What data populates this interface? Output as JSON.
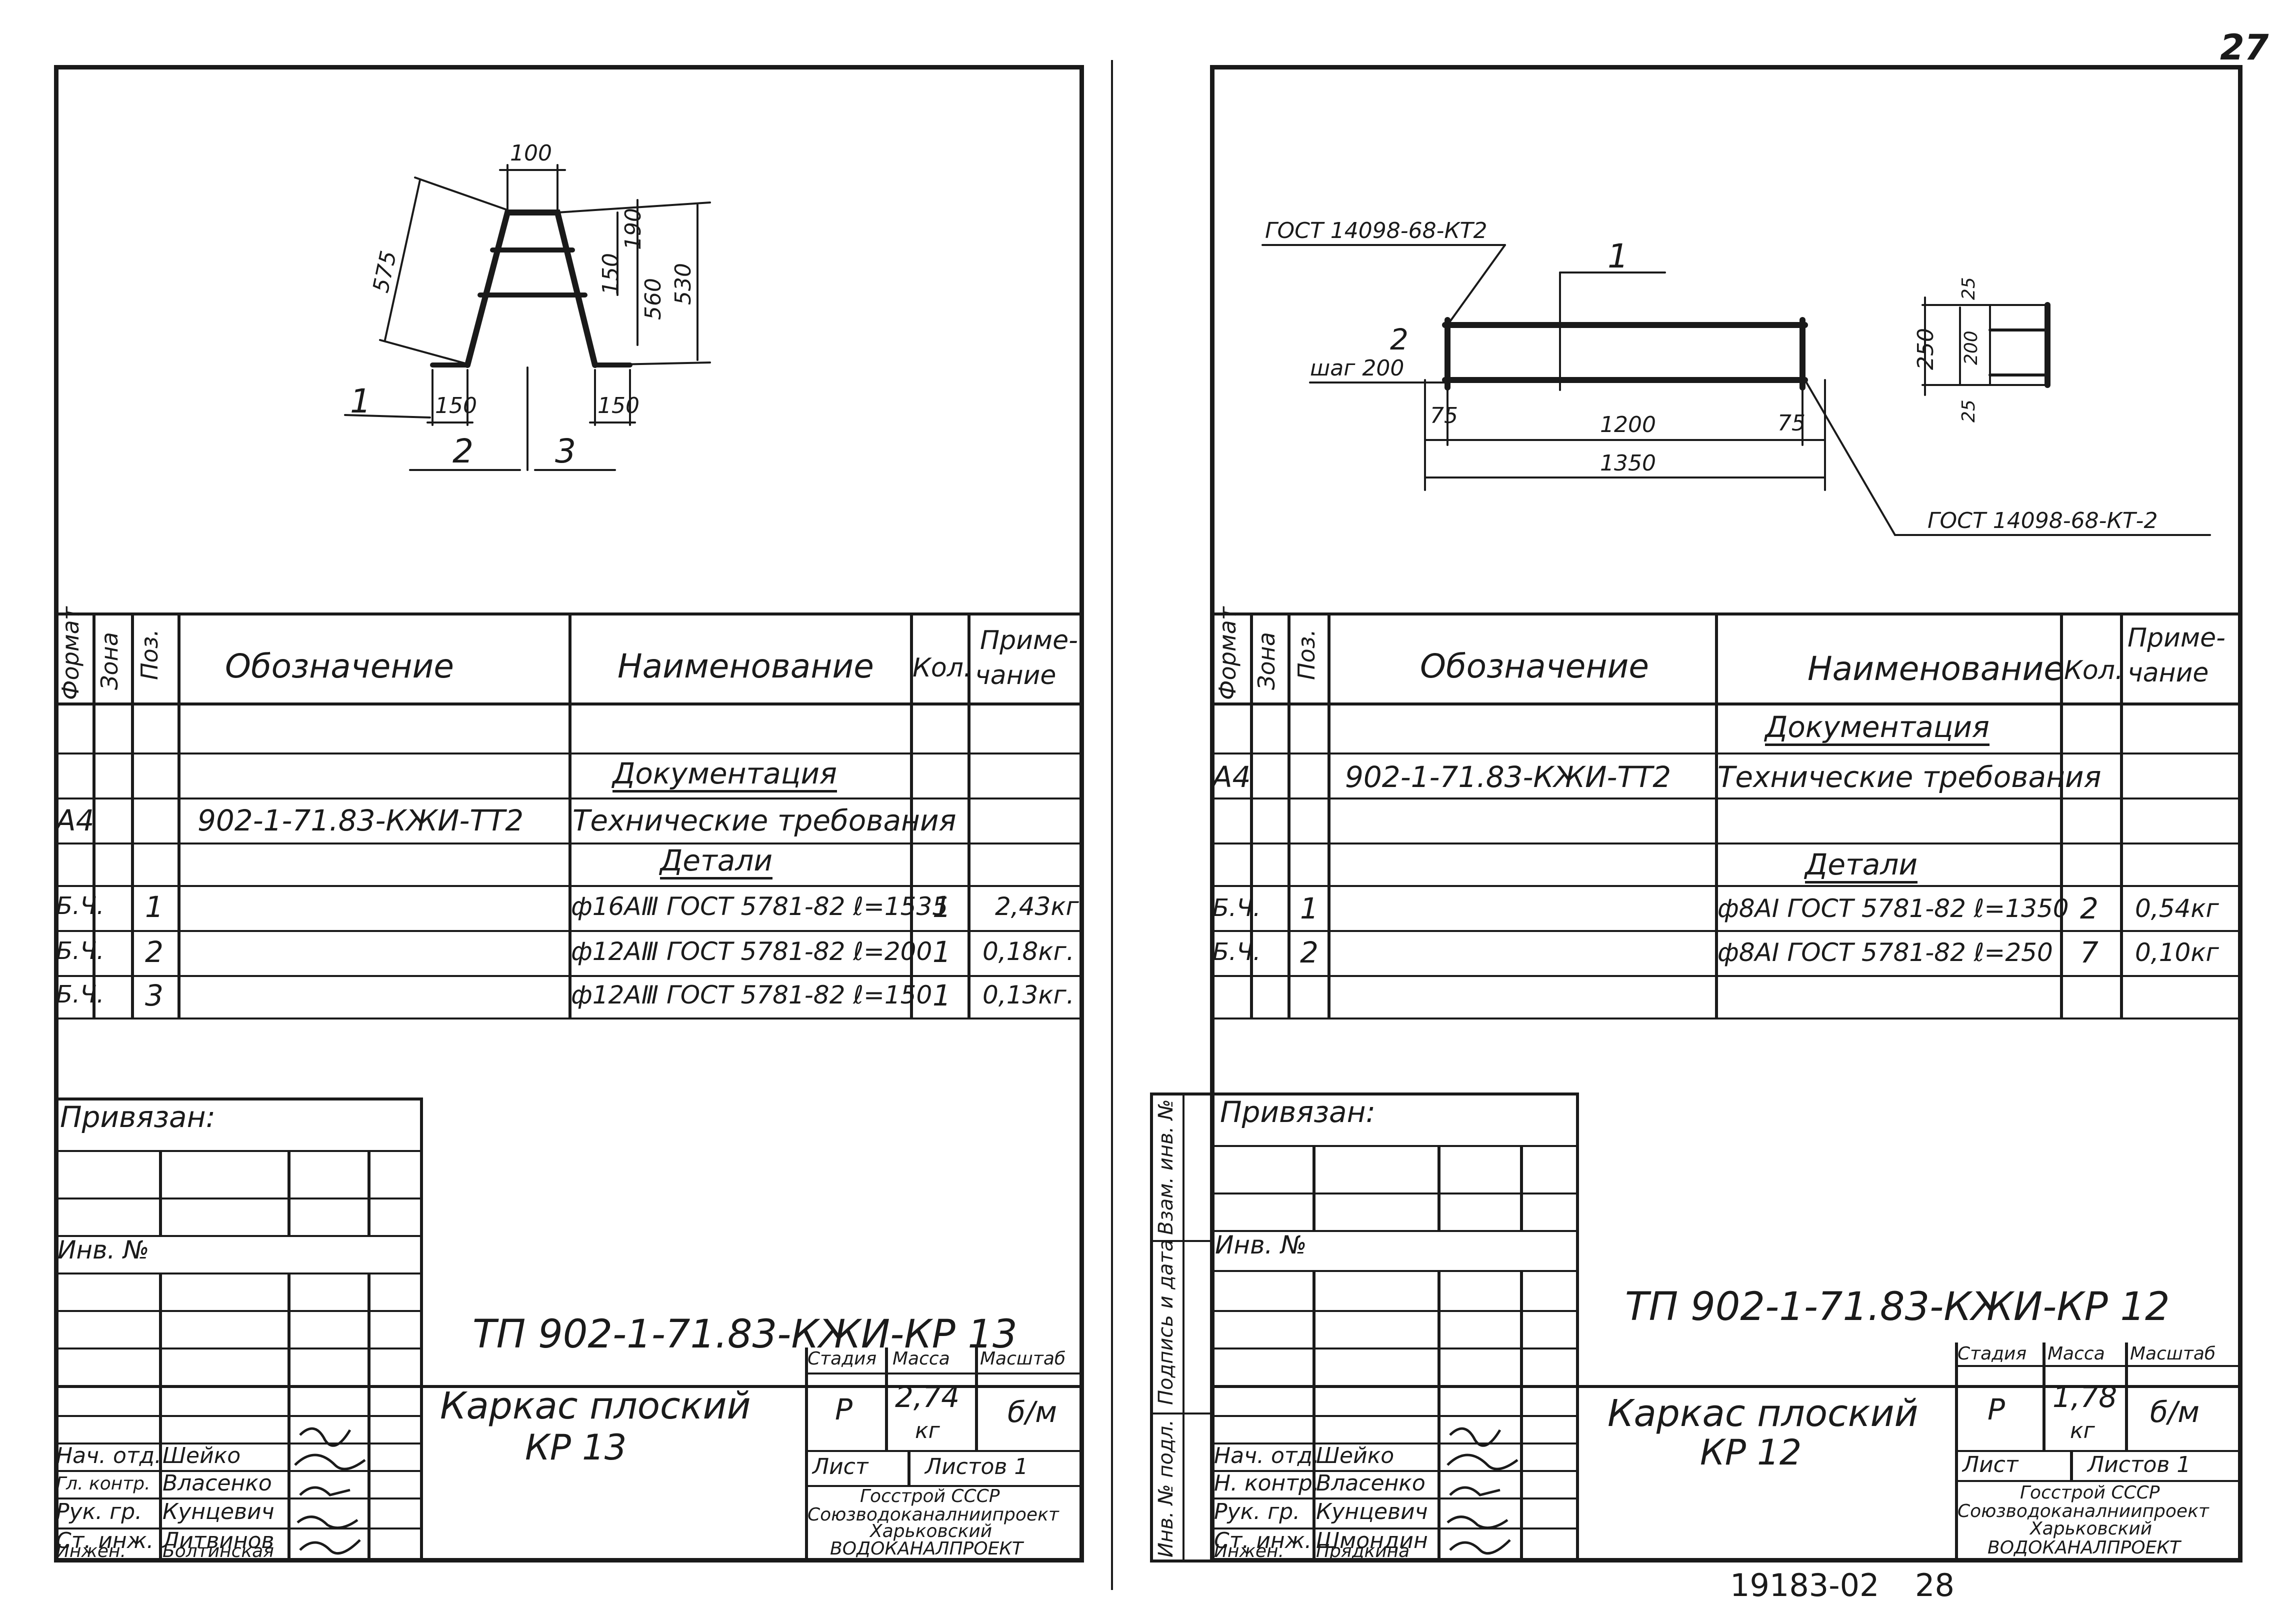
{
  "page_number": "27",
  "footer_code": "19183-02",
  "footer_page": "28",
  "left": {
    "drawing": {
      "dims": {
        "top": "100",
        "left": "575",
        "right_a": "190",
        "right_b": "150",
        "right_c": "560",
        "right_d": "530",
        "foot_l": "150",
        "foot_r": "150"
      },
      "pos": {
        "p1": "1",
        "p2": "2",
        "p3": "3"
      }
    },
    "table": {
      "headers": {
        "format": "Формат",
        "zone": "Зона",
        "pos": "Поз.",
        "designation": "Обозначение",
        "name": "Наименование",
        "qty": "Кол.",
        "note_1": "Приме-",
        "note_2": "чание"
      },
      "section_docs": "Документация",
      "doc_format": "А4",
      "doc_designation": "902-1-71.83-КЖИ-ТТ2",
      "doc_name": "Технические требования",
      "section_parts": "Детали",
      "rows": [
        {
          "format": "Б.Ч.",
          "pos": "1",
          "name": "ф16АⅢ ГОСТ 5781-82 ℓ=1535",
          "qty": "1",
          "note": "2,43кг"
        },
        {
          "format": "Б.Ч.",
          "pos": "2",
          "name": "ф12АⅢ ГОСТ 5781-82 ℓ=200",
          "qty": "1",
          "note": "0,18кг."
        },
        {
          "format": "Б.Ч.",
          "pos": "3",
          "name": "ф12АⅢ ГОСТ 5781-82 ℓ=150",
          "qty": "1",
          "note": "0,13кг."
        }
      ]
    },
    "stamp": {
      "bound": "Привязан:",
      "inv": "Инв. №",
      "code": "ТП 902-1-71.83-КЖИ-КР 13",
      "title_1": "Каркас плоский",
      "title_2": "КР 13",
      "stage_h": "Стадия",
      "mass_h": "Масса",
      "scale_h": "Масштаб",
      "stage": "Р",
      "mass_1": "2,74",
      "mass_2": "кг",
      "scale": "б/м",
      "sheet_h": "Лист",
      "sheets_h": "Листов 1",
      "org_1": "Госстрой СССР",
      "org_2": "Союзводоканалниипроект",
      "org_3": "Харьковский",
      "org_4": "ВОДОКАНАЛПРОЕКТ",
      "people": [
        {
          "role": "Нач. отд.",
          "name": "Шейко"
        },
        {
          "role": "Гл. контр.",
          "name": "Власенко"
        },
        {
          "role": "Рук. гр.",
          "name": "Кунцевич"
        },
        {
          "role": "Ст. инж.",
          "name": "Литвинов"
        },
        {
          "role": "Инжен.",
          "name": "Болтинская"
        }
      ]
    }
  },
  "right": {
    "drawing": {
      "gost_top": "ГОСТ 14098-68-КТ2",
      "gost_bottom": "ГОСТ 14098-68-КТ-2",
      "pos1": "1",
      "pos2": "2",
      "step": "шаг 200",
      "dim_75a": "75",
      "dim_1200": "1200",
      "dim_75b": "75",
      "dim_1350": "1350",
      "dim_250": "250",
      "dim_25a": "25",
      "dim_200": "200",
      "dim_25b": "25"
    },
    "table": {
      "headers": {
        "format": "Формат",
        "zone": "Зона",
        "pos": "Поз.",
        "designation": "Обозначение",
        "name": "Наименование",
        "qty": "Кол.",
        "note_1": "Приме-",
        "note_2": "чание"
      },
      "section_docs": "Документация",
      "doc_format": "А4",
      "doc_designation": "902-1-71.83-КЖИ-ТТ2",
      "doc_name": "Технические требования",
      "section_parts": "Детали",
      "rows": [
        {
          "format": "Б.Ч.",
          "pos": "1",
          "name": "ф8АI ГОСТ 5781-82 ℓ=1350",
          "qty": "2",
          "note": "0,54кг"
        },
        {
          "format": "Б.Ч.",
          "pos": "2",
          "name": "ф8АI ГОСТ 5781-82 ℓ=250",
          "qty": "7",
          "note": "0,10кг"
        }
      ]
    },
    "side": {
      "a": "Взам. инв. №",
      "b": "Подпись и дата",
      "c": "Инв. № подл."
    },
    "stamp": {
      "bound": "Привязан:",
      "inv": "Инв. №",
      "code": "ТП 902-1-71.83-КЖИ-КР 12",
      "title_1": "Каркас плоский",
      "title_2": "КР 12",
      "stage_h": "Стадия",
      "mass_h": "Масса",
      "scale_h": "Масштаб",
      "stage": "Р",
      "mass_1": "1,78",
      "mass_2": "кг",
      "scale": "б/м",
      "sheet_h": "Лист",
      "sheets_h": "Листов 1",
      "org_1": "Госстрой СССР",
      "org_2": "Союзводоканалниипроект",
      "org_3": "Харьковский",
      "org_4": "ВОДОКАНАЛПРОЕКТ",
      "people": [
        {
          "role": "Нач. отд.",
          "name": "Шейко"
        },
        {
          "role": "Н. контр.",
          "name": "Власенко"
        },
        {
          "role": "Рук. гр.",
          "name": "Кунцевич"
        },
        {
          "role": "Ст. инж.",
          "name": "Шмондин"
        },
        {
          "role": "Инжен.",
          "name": "Прядкина"
        }
      ]
    }
  }
}
